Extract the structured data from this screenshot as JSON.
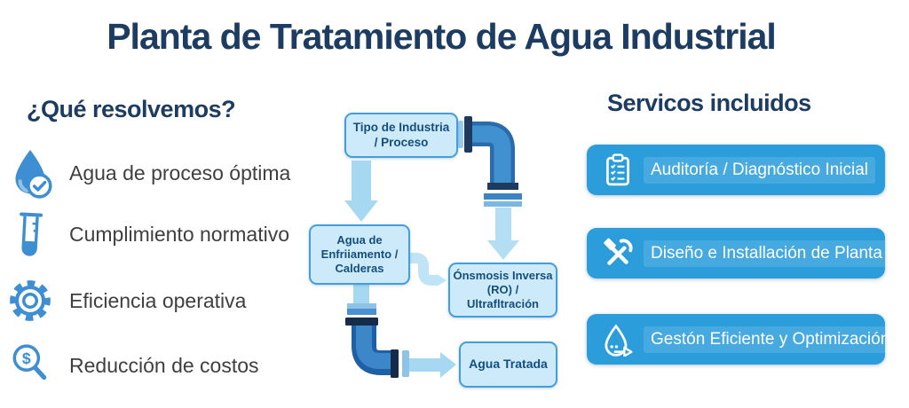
{
  "title": "Planta de Tratamiento de Agua Industrial",
  "left_panel": {
    "heading": "¿Qué resolvemos?",
    "items": [
      {
        "icon": "water-drop-check-icon",
        "label": "Agua de proceso óptima"
      },
      {
        "icon": "test-tube-icon",
        "label": "Cumplimiento normativo"
      },
      {
        "icon": "gear-icon",
        "label": "Eficiencia operativa"
      },
      {
        "icon": "search-dollar-icon",
        "label": "Reducción de costos"
      }
    ]
  },
  "flowchart": {
    "nodes": [
      {
        "id": "tipo-industria",
        "label": "Tipo de Industria / Proceso",
        "lines": [
          "Tipo de Industria",
          "/ Proceso"
        ]
      },
      {
        "id": "agua-enfriamiento",
        "label": "Agua de Enfriiamento / Calderas",
        "lines": [
          "Agua de",
          "Enfriiamento /",
          "Calderas"
        ]
      },
      {
        "id": "osmosis-inversa",
        "label": "Ónsmosis Inversa (RO) / Ultrafltración",
        "lines": [
          "Ónsmosis Inversa",
          "(RO) /",
          "Ultrafltración"
        ]
      },
      {
        "id": "agua-tratada",
        "label": "Agua Tratada",
        "lines": [
          "Agua Tratada"
        ]
      }
    ]
  },
  "right_panel": {
    "heading": "Servicos incluidos",
    "services": [
      {
        "icon": "clipboard-checklist-icon",
        "label": "Auditoría / Diagnóstico Inicial"
      },
      {
        "icon": "tools-icon",
        "label": "Diseño e Installación de Planta"
      },
      {
        "icon": "water-drop-arrow-icon",
        "label": "Gestón Eficiente y Optimización"
      }
    ]
  },
  "icons": {
    "dollar_glyph": "$"
  },
  "colors": {
    "heading_navy": "#1c3c61",
    "body_text": "#3f3f3f",
    "icon_blue": "#3e8ed3",
    "box_fill": "#cdeafa",
    "box_border": "#459dd9",
    "box_text": "#134e7e",
    "arrow_light_blue": "#a7d8f2",
    "pipe_dark_blue": "#1f5fa5",
    "pipe_mid_blue": "#3a84c6",
    "flange_navy": "#1d3a5f",
    "button_blue": "#2b9ddb",
    "button_text": "#ffffff"
  }
}
